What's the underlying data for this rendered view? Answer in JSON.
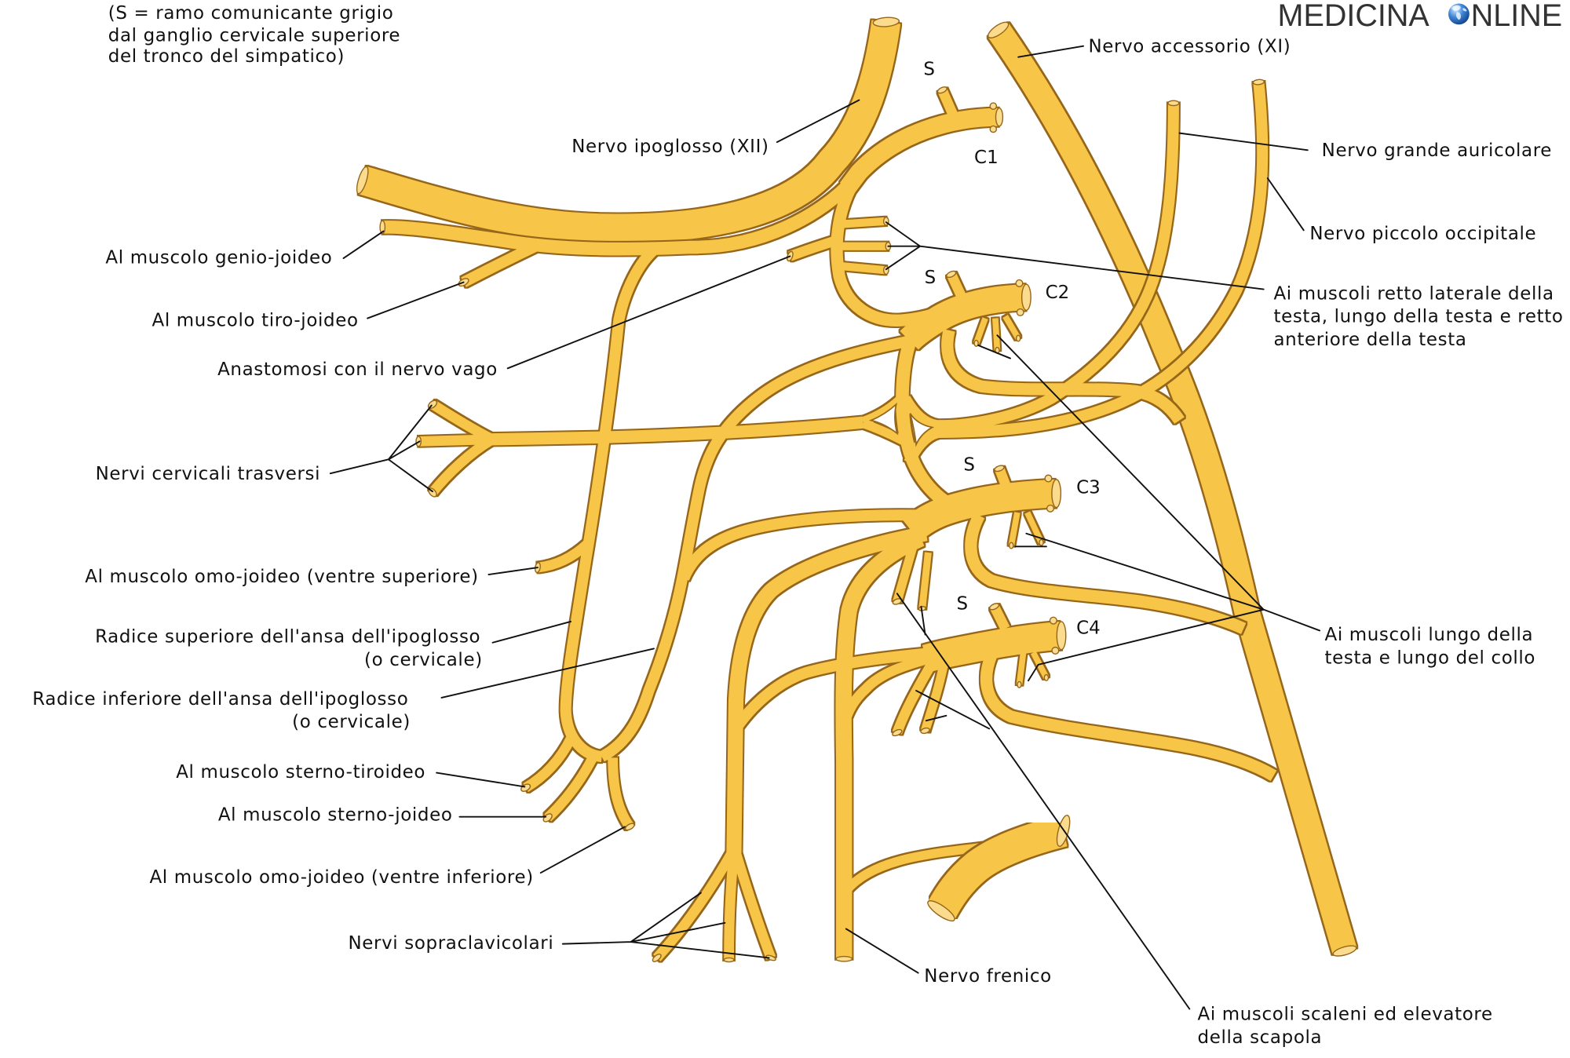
{
  "brand": {
    "text_left": "MEDICINA",
    "text_right": "NLINE",
    "icon": "globe-icon"
  },
  "legend_note": [
    "(S = ramo comunicante grigio",
    "dal ganglio cervicale superiore",
    "del tronco del simpatico)"
  ],
  "root_labels": {
    "s": "S",
    "c1": "C1",
    "c2": "C2",
    "c3": "C3",
    "c4": "C4"
  },
  "labels": {
    "ipoglosso": "Nervo ipoglosso (XII)",
    "accessorio": "Nervo accessorio (XI)",
    "grande_auricolare": "Nervo grande auricolare",
    "piccolo_occipitale": "Nervo piccolo occipitale",
    "genio_joideo": "Al muscolo genio-joideo",
    "tiro_joideo": "Al muscolo tiro-joideo",
    "vago": "Anastomosi con il nervo vago",
    "trasversi": "Nervi cervicali trasversi",
    "retto_laterale": [
      "Ai muscoli retto laterale della",
      "testa, lungo della testa e retto",
      "anteriore della testa"
    ],
    "omo_superiore": "Al muscolo omo-joideo (ventre superiore)",
    "radice_superiore": [
      "Radice superiore dell'ansa dell'ipoglosso",
      "(o cervicale)"
    ],
    "radice_inferiore": [
      "Radice inferiore dell'ansa dell'ipoglosso",
      "(o cervicale)"
    ],
    "lungo": [
      "Ai muscoli lungo della",
      "testa e lungo del collo"
    ],
    "sterno_tiroideo": "Al muscolo sterno-tiroideo",
    "sterno_joideo": "Al muscolo sterno-joideo",
    "omo_inferiore": "Al muscolo omo-joideo (ventre inferiore)",
    "sopraclavicolari": "Nervi sopraclavicolari",
    "frenico": "Nervo frenico",
    "scaleni": [
      "Ai muscoli scaleni ed elevatore",
      "della scapola"
    ]
  },
  "colors": {
    "background": "#FFFFFF",
    "nerve_fill": "#F7C548",
    "nerve_outline": "#96661A",
    "nerve_cut_end": "#FBDB8E",
    "leader_line": "#111111",
    "label_text": "#111111",
    "brand_text": "#333333"
  }
}
